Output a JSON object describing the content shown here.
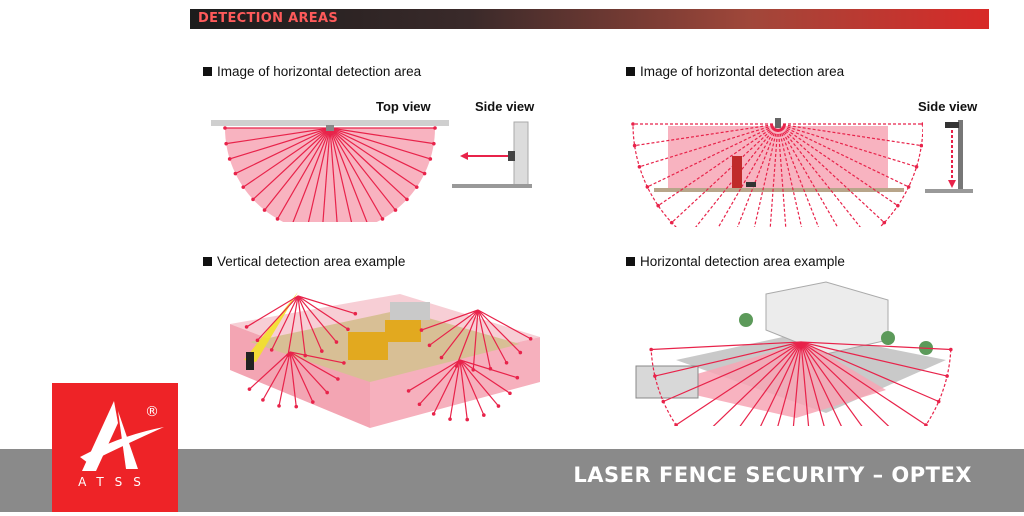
{
  "banner": {
    "title": "DETECTION AREAS"
  },
  "panels": {
    "top_left": {
      "heading": "Image of horizontal detection area",
      "top_view": "Top view",
      "side_view": "Side view"
    },
    "top_right": {
      "heading": "Image of horizontal detection area",
      "side_view": "Side view"
    },
    "bottom_left": {
      "heading": "Vertical detection area example"
    },
    "bottom_right": {
      "heading": "Horizontal detection area example"
    }
  },
  "footer": {
    "title": "LASER FENCE SECURITY – OPTEX"
  },
  "logo": {
    "registered": "®",
    "text": "ATSS"
  },
  "colors": {
    "beam": "#e8234a",
    "area": "#f7a6b5",
    "banner_text": "#ff5a5a",
    "footer_bg": "#8a8a8a",
    "logo_bg": "#ee2327"
  }
}
